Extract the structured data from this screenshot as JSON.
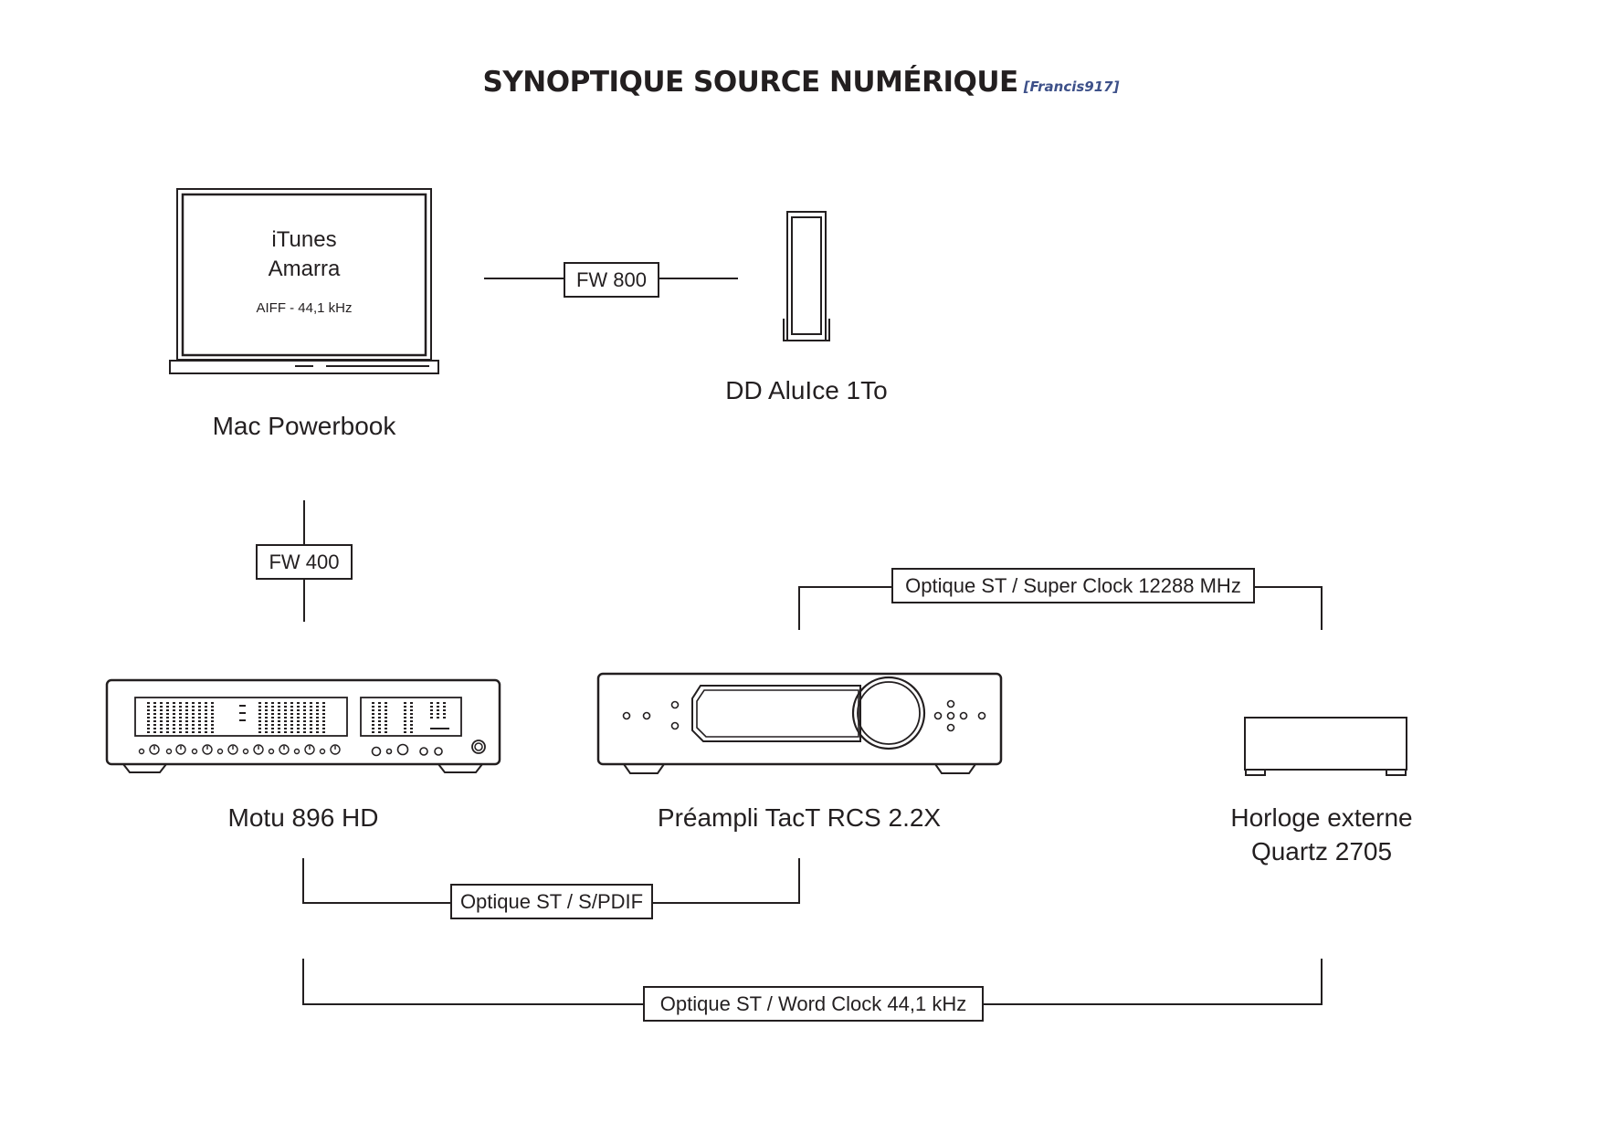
{
  "header": {
    "title": "SYNOPTIQUE SOURCE NUMÉRIQUE",
    "author": "[Francis917]"
  },
  "devices": {
    "laptop": {
      "label": "Mac Powerbook",
      "screen_line1": "iTunes",
      "screen_line2": "Amarra",
      "screen_format": "AIFF - 44,1 kHz",
      "icon": "laptop-icon"
    },
    "hard_drive": {
      "label": "DD AluIce 1To",
      "icon": "hard-drive-icon"
    },
    "audio_interface": {
      "label": "Motu 896 HD",
      "icon": "audio-interface-icon"
    },
    "preamp": {
      "label": "Préampli TacT RCS 2.2X",
      "icon": "preamp-icon"
    },
    "clock": {
      "label_line1": "Horloge externe",
      "label_line2": "Quartz 2705",
      "icon": "clock-box-icon"
    }
  },
  "connections": {
    "laptop_drive": "FW 800",
    "laptop_interface": "FW 400",
    "preamp_clock": "Optique ST / Super Clock 12288 MHz",
    "interface_preamp": "Optique ST / S/PDIF",
    "interface_clock": "Optique ST / Word Clock 44,1 kHz"
  },
  "colors": {
    "ink": "#231f20",
    "author": "#3d5089",
    "background": "#ffffff"
  }
}
